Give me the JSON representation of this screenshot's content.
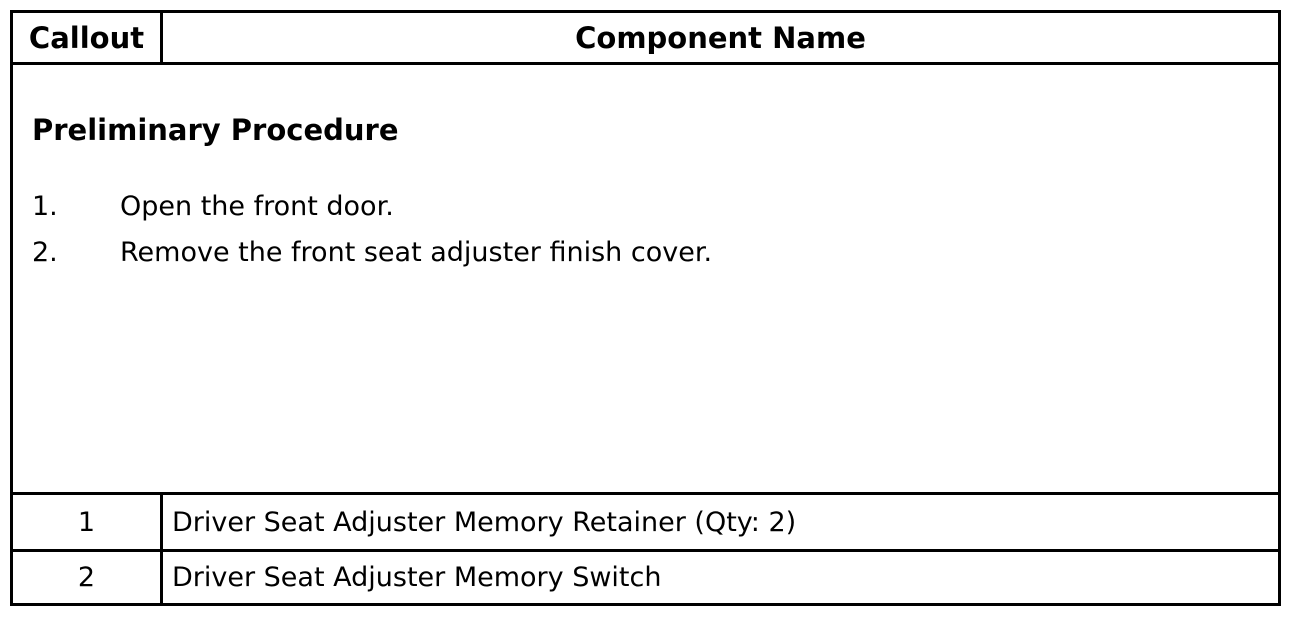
{
  "colors": {
    "background": "#ffffff",
    "border": "#000000",
    "text": "#000000"
  },
  "table": {
    "header": {
      "callout": "Callout",
      "component_name": "Component Name"
    },
    "preliminary": {
      "title": "Preliminary Procedure",
      "steps": [
        {
          "num": "1.",
          "text": "Open the front door."
        },
        {
          "num": "2.",
          "text": "Remove the front seat adjuster finish cover."
        }
      ]
    },
    "rows": [
      {
        "callout": "1",
        "component": "Driver Seat Adjuster Memory Retainer (Qty: 2)"
      },
      {
        "callout": "2",
        "component": "Driver Seat Adjuster Memory Switch"
      }
    ]
  }
}
